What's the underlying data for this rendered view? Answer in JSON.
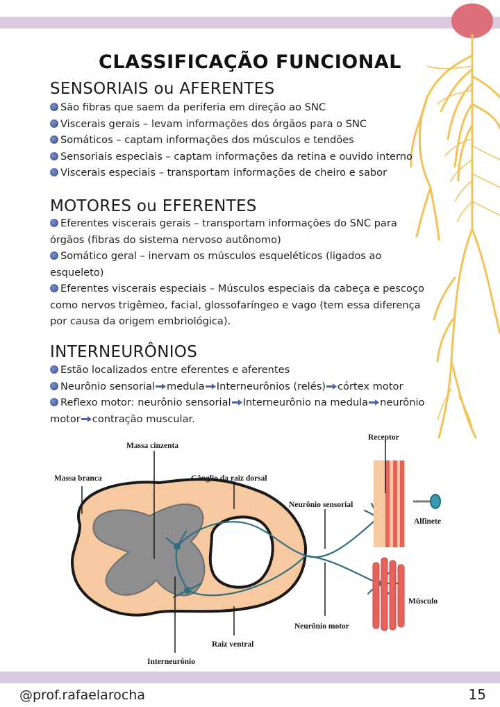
{
  "title": "CLASSIFICAÇÃO FUNCIONAL",
  "sections": {
    "sensory": {
      "heading": "SENSORIAIS ou AFERENTES",
      "items": [
        "São fibras que saem da periferia em direção ao SNC",
        "Viscerais gerais – levam informações dos órgãos para o SNC",
        "Somáticos – captam informações dos músculos e tendões",
        "Sensoriais especiais – captam informações da retina e ouvido interno",
        "Viscerais especiais – transportam informações de cheiro e sabor"
      ]
    },
    "motor": {
      "heading": "MOTORES ou EFERENTES",
      "items": [
        "Eferentes viscerais gerais – transportam informações do SNC para órgãos (fibras do sistema nervoso autônomo)",
        "Somático geral – inervam os músculos esqueléticos (ligados ao esqueleto)",
        "Eferentes viscerais especiais – Músculos especiais da cabeça e pescoço como nervos trigêmeo, facial, glossofaríngeo e vago (tem essa diferença por causa da origem embriológica)."
      ]
    },
    "inter": {
      "heading": "INTERNEURÔNIOS",
      "item1": "Estão localizados entre eferentes e aferentes",
      "item2_parts": [
        "Neurônio sensorial",
        "medula",
        "Interneurônios (relés)",
        "córtex motor"
      ],
      "item3_parts": [
        "Reflexo motor: neurônio sensorial",
        "Interneurônio na medula",
        "neurônio motor",
        "contração muscular."
      ]
    }
  },
  "figure_labels": {
    "massa_cinzenta": "Massa cinzenta",
    "massa_branca": "Massa branca",
    "ganglio": "Gânglio da raiz dorsal",
    "receptor": "Receptor",
    "neuronio_sensorial": "Neurônio sensorial",
    "alfinete": "Alfinete",
    "musculo": "Músculo",
    "neuronio_motor": "Neurônio motor",
    "raiz_ventral": "Raiz ventral",
    "interneuronio": "Interneurônio"
  },
  "footer": {
    "handle": "@prof.rafaelarocha",
    "page": "15"
  },
  "colors": {
    "band": "#d9c9de",
    "bullet": "#4f64a5",
    "arrow": "#4f64a5",
    "nerve": "#f2c256",
    "brain": "#dc6f77",
    "cord_white": "#f6c9a0",
    "cord_gray": "#8e8e90",
    "neuron": "#2f6f80",
    "muscle": "#e8625c"
  }
}
